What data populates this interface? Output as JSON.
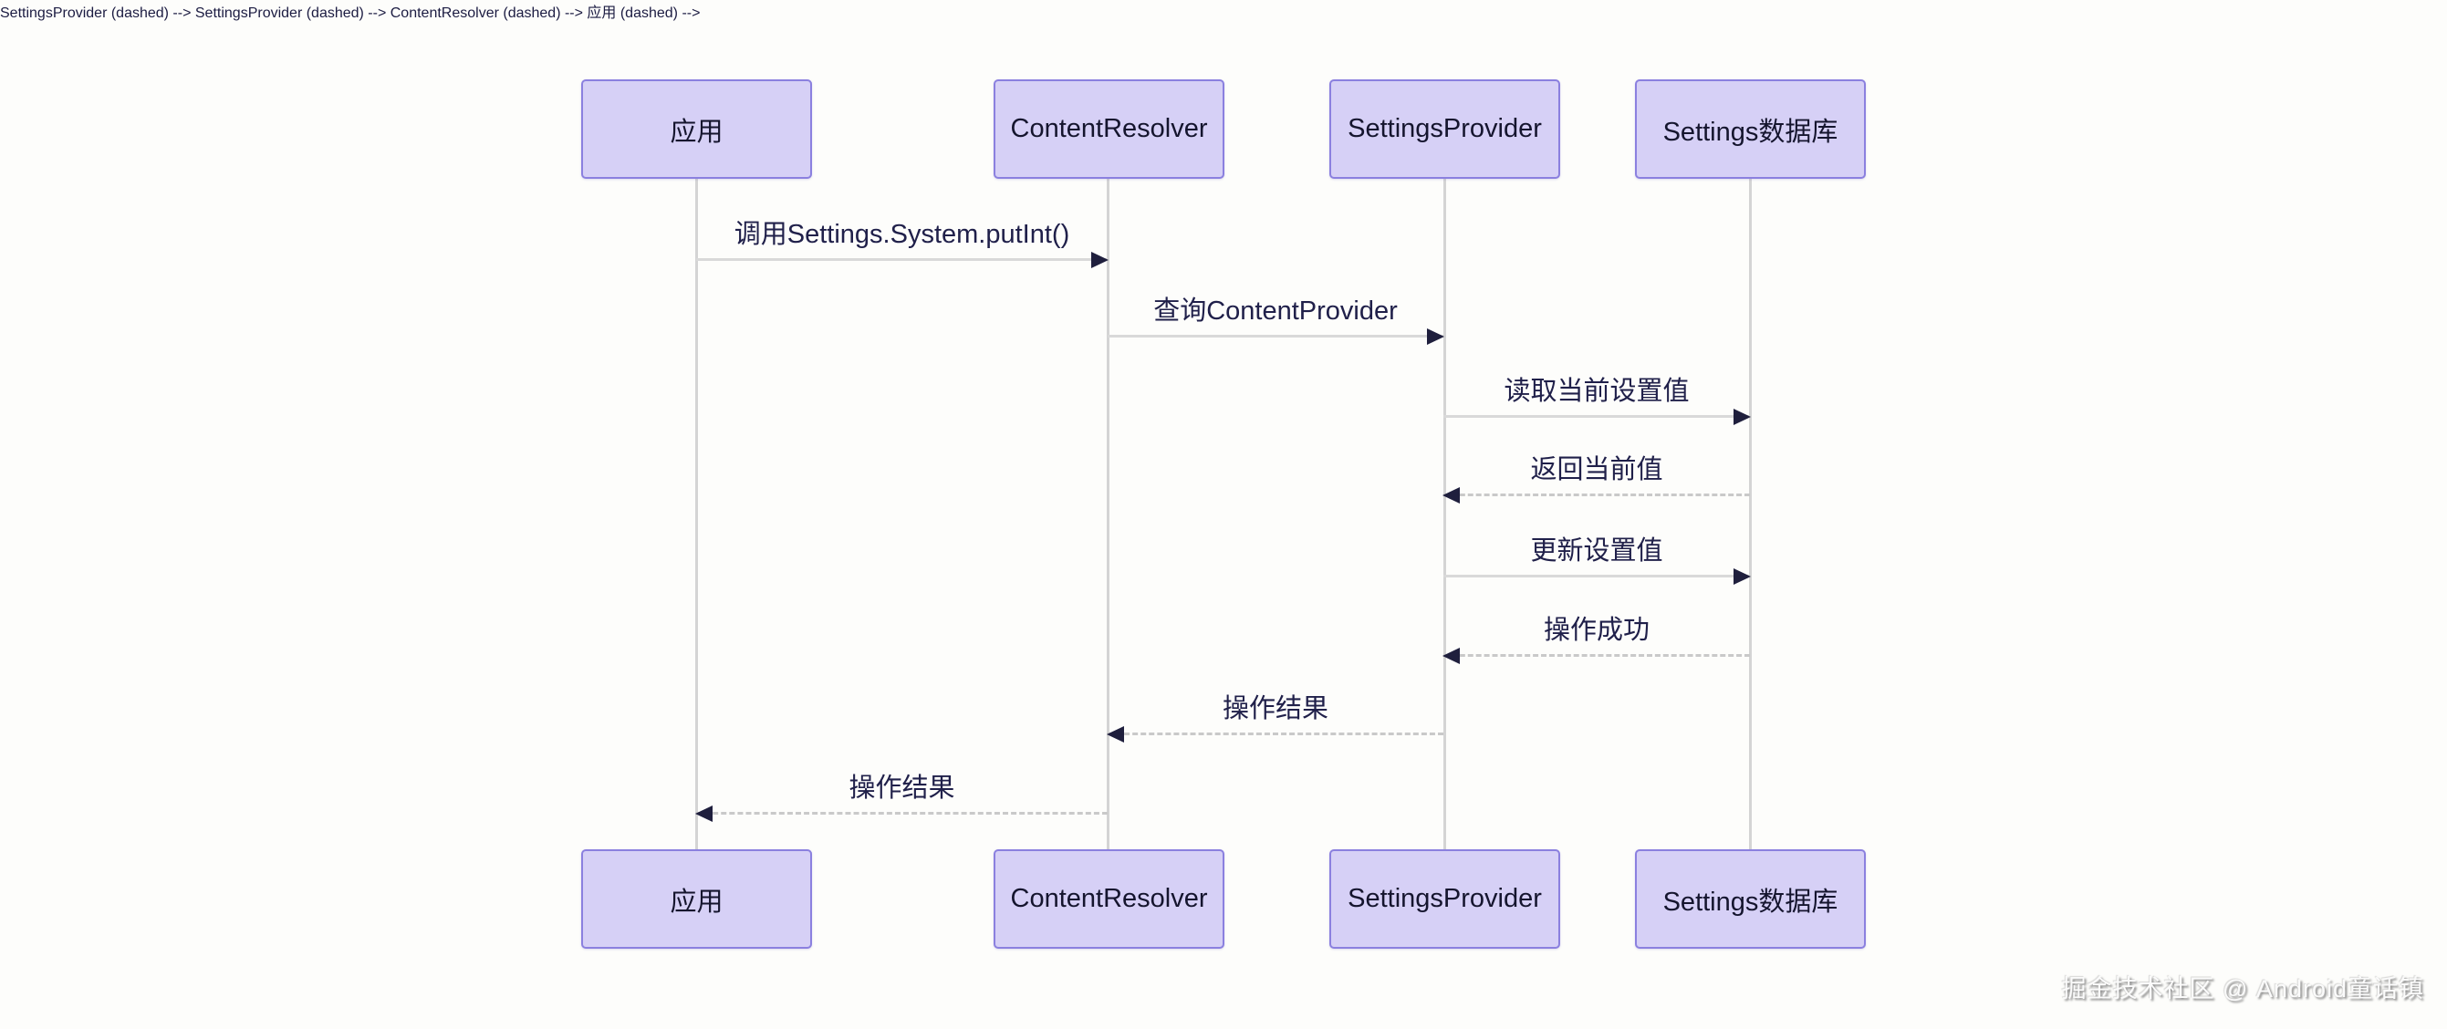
{
  "diagram": {
    "type": "sequence",
    "participants": [
      {
        "id": "app",
        "label": "应用"
      },
      {
        "id": "content-resolver",
        "label": "ContentResolver"
      },
      {
        "id": "settings-provider",
        "label": "SettingsProvider"
      },
      {
        "id": "settings-db",
        "label": "Settings数据库"
      }
    ],
    "messages": [
      {
        "from": "应用",
        "to": "ContentResolver",
        "text": "调用Settings.System.putInt()",
        "line": "solid",
        "direction": "right"
      },
      {
        "from": "ContentResolver",
        "to": "SettingsProvider",
        "text": "查询ContentProvider",
        "line": "solid",
        "direction": "right"
      },
      {
        "from": "SettingsProvider",
        "to": "Settings数据库",
        "text": "读取当前设置值",
        "line": "solid",
        "direction": "right"
      },
      {
        "from": "Settings数据库",
        "to": "SettingsProvider",
        "text": "返回当前值",
        "line": "dashed",
        "direction": "left"
      },
      {
        "from": "SettingsProvider",
        "to": "Settings数据库",
        "text": "更新设置值",
        "line": "solid",
        "direction": "right"
      },
      {
        "from": "Settings数据库",
        "to": "SettingsProvider",
        "text": "操作成功",
        "line": "dashed",
        "direction": "left"
      },
      {
        "from": "SettingsProvider",
        "to": "ContentResolver",
        "text": "操作结果",
        "line": "dashed",
        "direction": "left"
      },
      {
        "from": "ContentResolver",
        "to": "应用",
        "text": "操作结果",
        "line": "dashed",
        "direction": "left"
      }
    ]
  },
  "watermark": {
    "text": "掘金技术社区 @ Android童话镇"
  },
  "colors": {
    "background": "#fdfdfb",
    "actor_fill": "#d6d0f6",
    "actor_border": "#8b80df",
    "actor_text": "#15152e",
    "message_text": "#20204a",
    "line": "#d9d9d9",
    "arrowhead": "#1f1f3d",
    "lifeline": "#d4d4d4",
    "watermark_text": "#fbfbfb"
  }
}
